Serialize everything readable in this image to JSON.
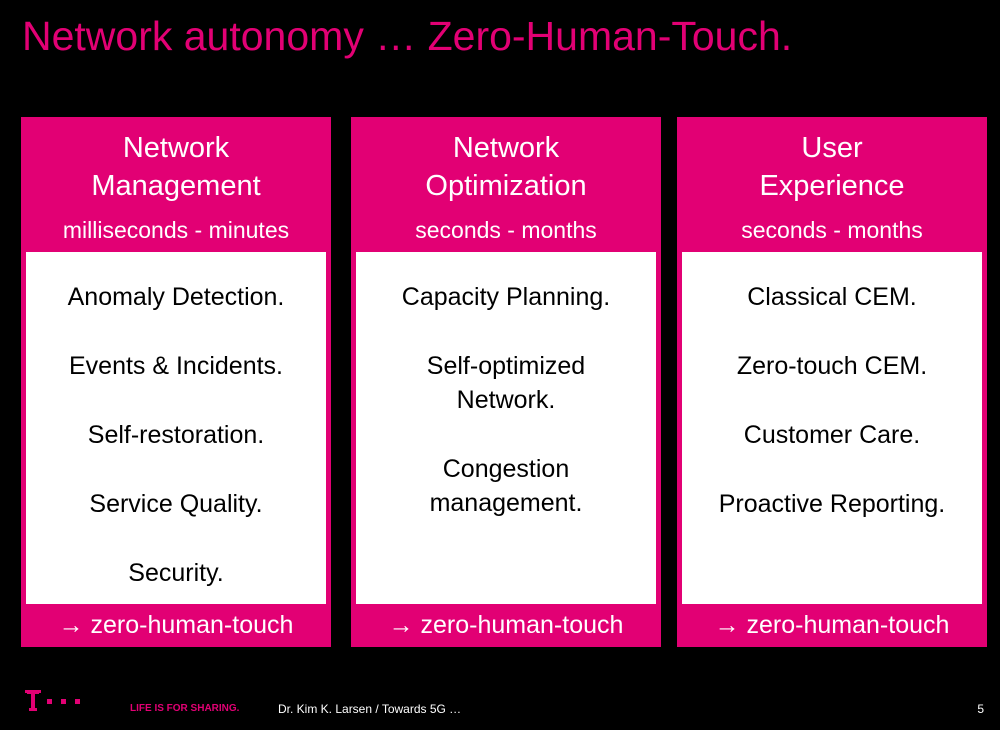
{
  "slide": {
    "title": "Network autonomy … Zero-Human-Touch.",
    "page_number": "5"
  },
  "columns": [
    {
      "title": "Network\nManagement",
      "timescale": "milliseconds - minutes",
      "items": [
        "Anomaly Detection.",
        "Events & Incidents.",
        "Self-restoration.",
        "Service Quality.",
        "Security."
      ],
      "footer": "→ zero-human-touch"
    },
    {
      "title": "Network\nOptimization",
      "timescale": "seconds - months",
      "items": [
        "Capacity Planning.",
        "Self-optimized\nNetwork.",
        "Congestion\nmanagement."
      ],
      "footer": "→ zero-human-touch"
    },
    {
      "title": "User\nExperience",
      "timescale": "seconds - months",
      "items": [
        "Classical CEM.",
        "Zero-touch CEM.",
        "Customer Care.",
        "Proactive Reporting."
      ],
      "footer": "→ zero-human-touch"
    }
  ],
  "footer": {
    "logo_icon": "telekom-t-logo-icon",
    "slogan": "LIFE IS FOR SHARING.",
    "author": "Dr. Kim K. Larsen /  Towards 5G …"
  },
  "colors": {
    "brand_magenta": "#e20074",
    "background": "#000000",
    "panel_body": "#ffffff"
  }
}
